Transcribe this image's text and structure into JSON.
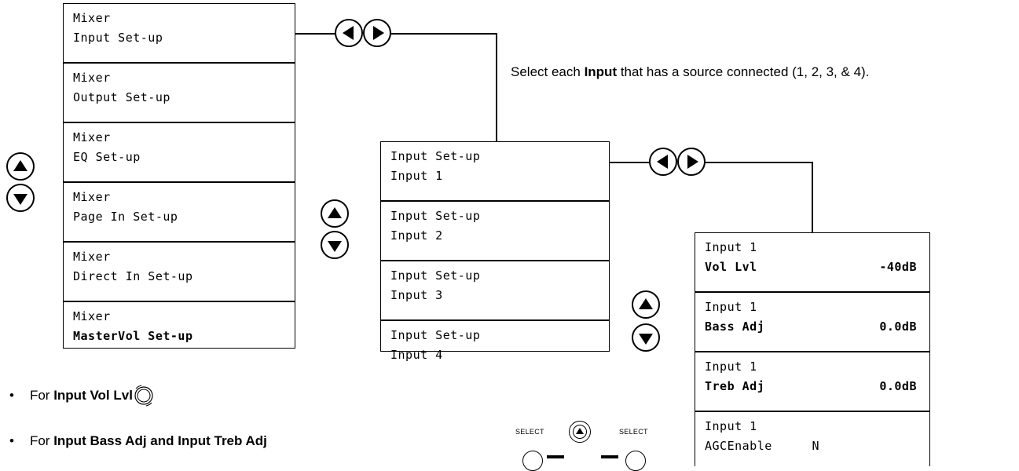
{
  "mixer_menu": [
    {
      "line1": "Mixer",
      "line2": "Input Set-up",
      "bold2": false
    },
    {
      "line1": "Mixer",
      "line2": "Output Set-up",
      "bold2": false
    },
    {
      "line1": "Mixer",
      "line2": "EQ Set-up",
      "bold2": false
    },
    {
      "line1": "Mixer",
      "line2": "Page In Set-up",
      "bold2": false
    },
    {
      "line1": "Mixer",
      "line2": "Direct In Set-up",
      "bold2": false
    },
    {
      "line1": "Mixer",
      "line2": "MasterVol Set-up",
      "bold2": true
    }
  ],
  "input_menu": [
    {
      "line1": "Input Set-up",
      "line2": "Input 1"
    },
    {
      "line1": "Input Set-up",
      "line2": "Input 2"
    },
    {
      "line1": "Input Set-up",
      "line2": "Input 3"
    },
    {
      "line1": "Input Set-up",
      "line2": "Input 4"
    }
  ],
  "param_menu": [
    {
      "line1": "Input 1",
      "label": "Vol Lvl",
      "value": "-40dB",
      "bold": true
    },
    {
      "line1": "Input 1",
      "label": "Bass Adj",
      "value": "0.0dB",
      "bold": true
    },
    {
      "line1": "Input 1",
      "label": "Treb Adj",
      "value": "0.0dB",
      "bold": true
    },
    {
      "line1": "Input 1",
      "label": "AGCEnable",
      "value": "N",
      "bold": false
    }
  ],
  "caption": {
    "pre": "Select each ",
    "bold": "Input",
    "post": " that has a source connected (1, 2, 3, & 4)."
  },
  "bullets": {
    "b1_pre": "For ",
    "b1_bold": "Input Vol Lvl",
    "b2_pre": "For ",
    "b2_bold": "Input Bass Adj and Input Treb Adj"
  },
  "select_label": "SELECT",
  "icons": {
    "left": "left-arrow-icon",
    "right": "right-arrow-icon",
    "up": "up-arrow-icon",
    "down": "down-arrow-icon",
    "knob": "rotary-knob-icon"
  }
}
